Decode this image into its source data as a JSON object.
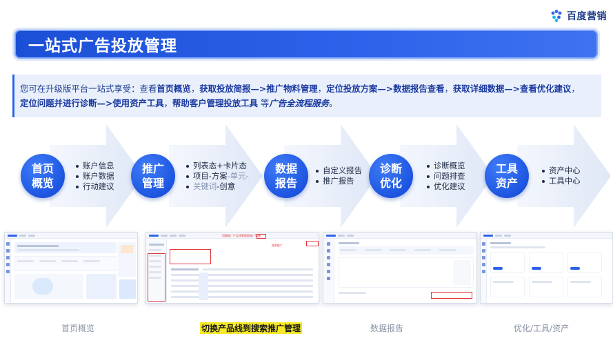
{
  "logo": {
    "brand": "百度营销",
    "icon": "baidu-paw-icon",
    "color": "#2d63ea"
  },
  "title": "一站式广告投放管理",
  "description": {
    "p1": "您可在升级版平台一站式享受：查看",
    "b1": "首页概览",
    "p2": "，",
    "b2": "获取投放简报—>推广物料管理",
    "p3": "，",
    "b3": "定位投放方案—>数据报告查看",
    "p4": "，",
    "b4": "获取详细数据—>查看优化建议",
    "p5": "，",
    "b5": "定位问题并进行诊断—>使用资产工具",
    "p6": "，",
    "b6": "帮助客户管理投放工具",
    "p7": " 等",
    "i1": "广告全流程服务",
    "p8": "。"
  },
  "steps": [
    {
      "label": "首页\n概览",
      "bullets": [
        "账户信息",
        "账户数据",
        "行动建议"
      ]
    },
    {
      "label": "推广\n管理",
      "bullets": [
        "列表态+卡片态",
        "项目-方案-单元-",
        "关键词-创意"
      ]
    },
    {
      "label": "数据\n报告",
      "bullets": [
        "自定义报告",
        "推广报告"
      ]
    },
    {
      "label": "诊断\n优化",
      "bullets": [
        "诊断概览",
        "问题排查",
        "优化建议"
      ]
    },
    {
      "label": "工具\n资产",
      "bullets": [
        "资产中心",
        "工具中心"
      ]
    }
  ],
  "step2_parts": {
    "a": "项目-方案",
    "b": "-单元-",
    "c": "关键词",
    "d": "-创意"
  },
  "shots_notes": {
    "note1": "切换推广产品线到搜索推广管理",
    "note2": "搜索推广"
  },
  "captions": [
    "首页概览",
    "切换产品线到搜索推广管理",
    "数据报告",
    "优化/工具/资产"
  ],
  "colors": {
    "primary": "#2d63ea",
    "highlight": "#f6e92a",
    "alert": "#e0393e"
  }
}
